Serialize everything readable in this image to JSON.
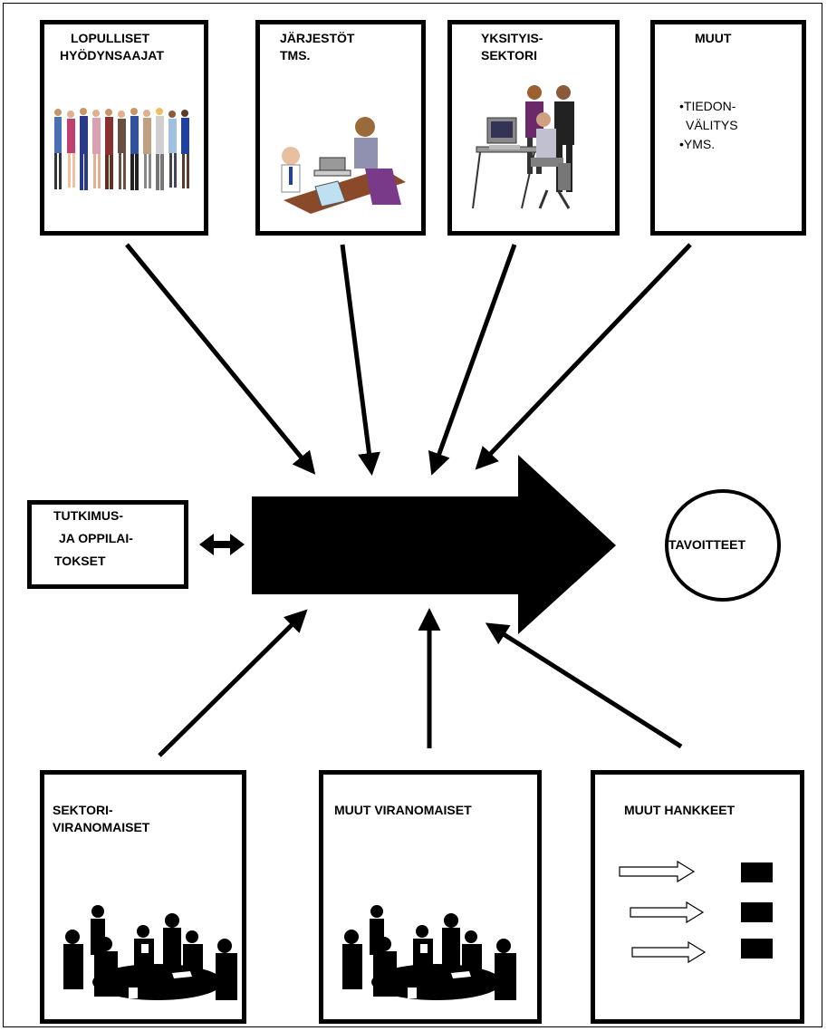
{
  "top_boxes": [
    {
      "line1": "LOPULLISET",
      "line2": "HYÖDYNSAAJAT",
      "illustration": "group-of-people-clipart"
    },
    {
      "line1": "JÄRJESTÖT",
      "line2": "TMS.",
      "illustration": "office-workers-clipart"
    },
    {
      "line1": "YKSITYIS-",
      "line2": "SEKTORI",
      "illustration": "computer-workers-clipart"
    },
    {
      "title": "MUUT",
      "bullets": [
        "•TIEDON-",
        "VÄLITYS",
        "•YMS."
      ]
    }
  ],
  "left_box": {
    "lines": [
      "TUTKIMUS-",
      "JA OPPILAI-",
      "TOKSET"
    ]
  },
  "goal": {
    "label": "TAVOITTEET"
  },
  "bottom_boxes": [
    {
      "line1": "SEKTORI-",
      "line2": "VIRANOMAISET",
      "illustration": "meeting-silhouette-clipart"
    },
    {
      "line1": "MUUT VIRANOMAISET",
      "illustration": "meeting-silhouette-clipart"
    },
    {
      "line1": "MUUT HANKKEET",
      "illustration": "hollow-arrows-and-black-blocks"
    }
  ],
  "colors": {
    "lines": "#000000",
    "background": "#ffffff"
  }
}
